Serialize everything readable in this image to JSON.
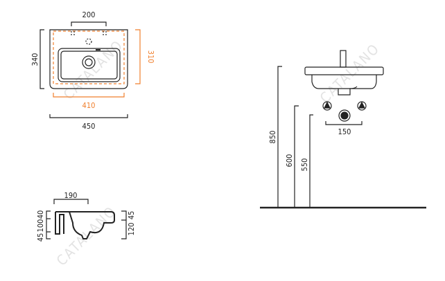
{
  "watermark": "CATALANO",
  "colors": {
    "line": "#222222",
    "accent": "#f07f2c",
    "watermark": "#e3e3e3"
  },
  "top_view": {
    "tap_spacing": "200",
    "depth": "340",
    "inner_depth": "310",
    "inner_width": "410",
    "width": "450"
  },
  "side_view": {
    "top_width": "190",
    "left_dims": [
      "40",
      "100",
      "45"
    ],
    "right_dims": [
      "45",
      "120"
    ]
  },
  "installation": {
    "rim_height": "850",
    "supply_height": "600",
    "drain_height": "550",
    "supply_spacing": "150"
  }
}
